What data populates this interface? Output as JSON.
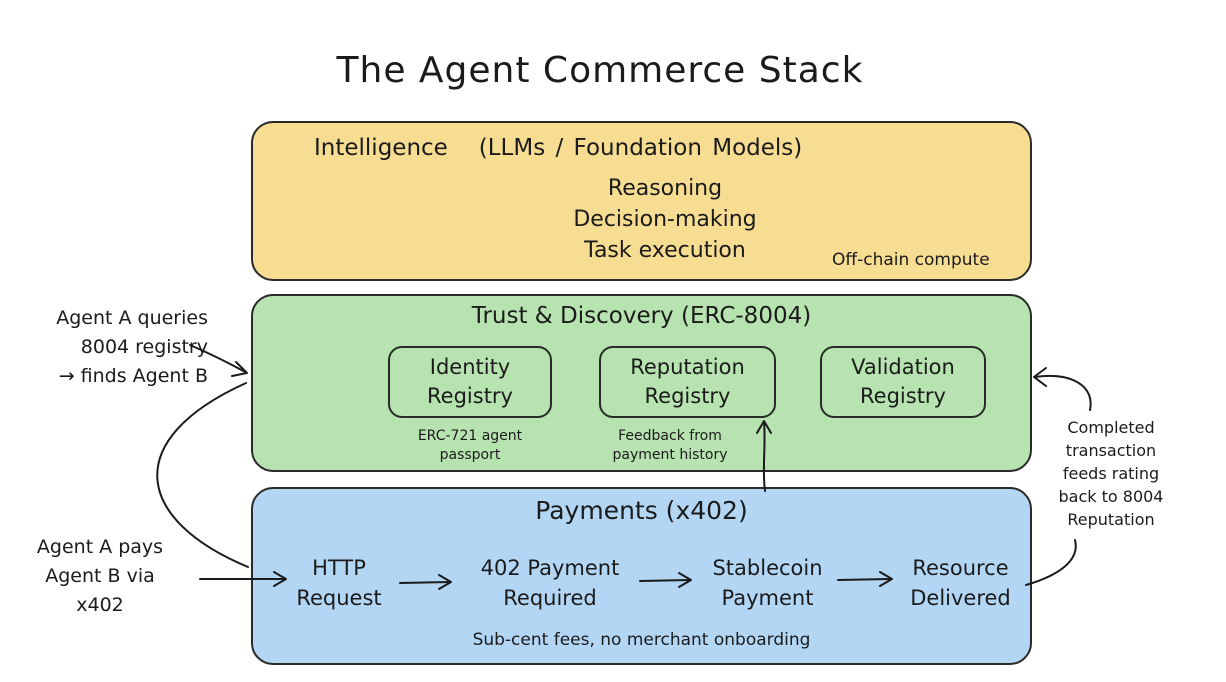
{
  "title": "The Agent Commerce Stack",
  "intelligence": {
    "heading": "Intelligence   (LLMs / Foundation Models)",
    "lines": [
      "Reasoning",
      "Decision-making",
      "Task execution"
    ],
    "note": "Off-chain compute",
    "color": "#f7dd92"
  },
  "trust": {
    "heading": "Trust & Discovery (ERC-8004)",
    "registries": [
      {
        "label": "Identity Registry",
        "note_lines": [
          "ERC-721 agent",
          "passport"
        ]
      },
      {
        "label": "Reputation Registry",
        "note_lines": [
          "Feedback from",
          "payment history"
        ]
      },
      {
        "label": "Validation Registry",
        "note_lines": []
      }
    ],
    "color": "#b7e3b0"
  },
  "payments": {
    "heading": "Payments (x402)",
    "steps": [
      {
        "lines": [
          "HTTP",
          "Request"
        ]
      },
      {
        "lines": [
          "402 Payment",
          "Required"
        ]
      },
      {
        "lines": [
          "Stablecoin",
          "Payment"
        ]
      },
      {
        "lines": [
          "Resource",
          "Delivered"
        ]
      }
    ],
    "footer": "Sub-cent fees, no merchant onboarding",
    "color": "#b3d6f5"
  },
  "annotations": {
    "query": [
      "Agent A queries",
      "8004 registry",
      "→ finds Agent B"
    ],
    "pay": [
      "Agent A pays",
      "Agent B via",
      "x402"
    ],
    "feedback": [
      "Completed",
      "transaction",
      "feeds rating",
      "back to 8004",
      "Reputation"
    ]
  }
}
